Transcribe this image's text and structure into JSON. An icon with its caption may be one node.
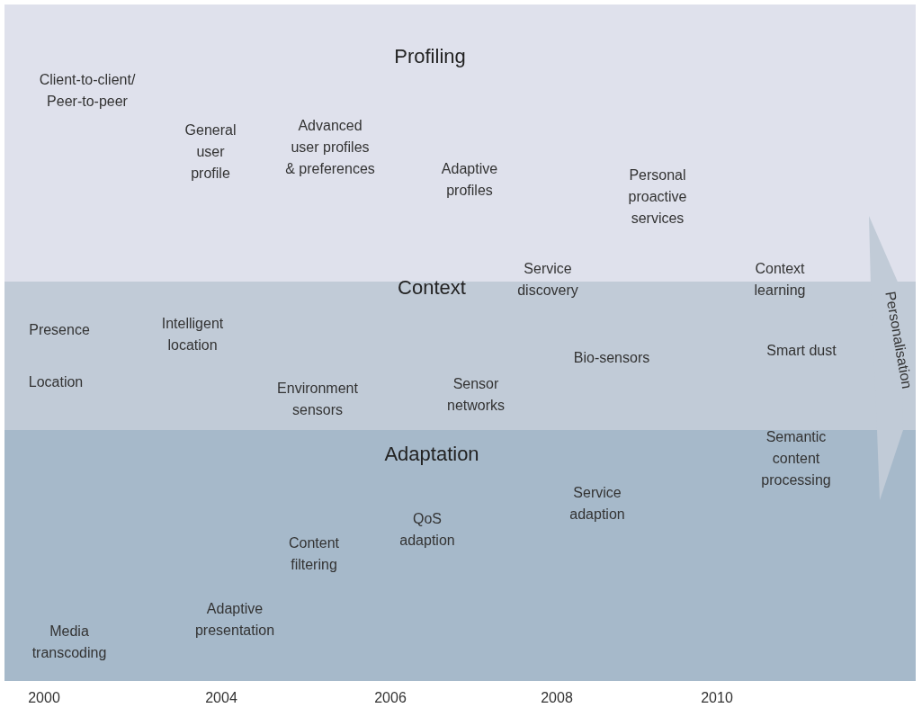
{
  "diagram": {
    "nodes": [
      {
        "text": [
          "Profiling"
        ]
      },
      {
        "text": [
          "Context"
        ]
      },
      {
        "text": [
          "Adaptation"
        ]
      }
    ],
    "edges": [
      {
        "from": 0,
        "to": 2,
        "arrow": "both",
        "label": "Personalisation",
        "style": "thick"
      }
    ],
    "labels": [
      "Client-to-client/ Peer-to-peer",
      "General user profile",
      "Advanced user profiles & preferences",
      "Adaptive profiles",
      "Personal proactive services",
      "Service discovery",
      "Context learning",
      "Presence",
      "Intelligent location",
      "Bio-sensors",
      "Smart dust",
      "Location",
      "Environment sensors",
      "Sensor networks",
      "Semantic content processing",
      "Service adaption",
      "QoS adaption",
      "Content filtering",
      "Adaptive presentation",
      "Media transcoding",
      "2000",
      "2004",
      "2006",
      "2008",
      "2010"
    ]
  }
}
